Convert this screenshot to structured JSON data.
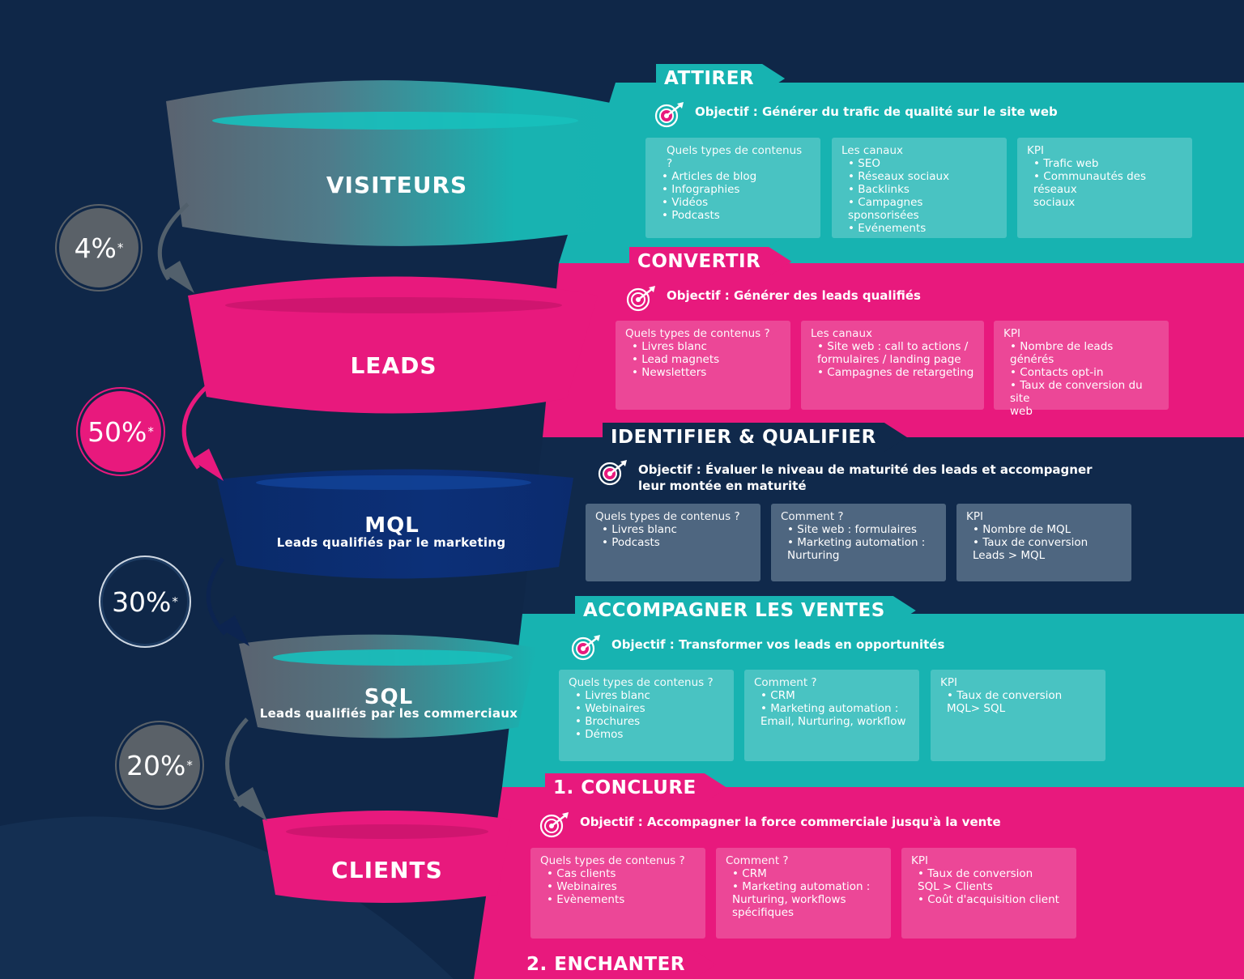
{
  "colors": {
    "background": "#0f2748",
    "teal": "#17b3b1",
    "pink": "#e8197d",
    "navy": "#10294b",
    "mql": "#0c2e70",
    "grey": "#5d6b78"
  },
  "funnel": [
    {
      "label": "VISITEURS",
      "sublabel": ""
    },
    {
      "label": "LEADS",
      "sublabel": ""
    },
    {
      "label": "MQL",
      "sublabel": "Leads qualifiés par le marketing"
    },
    {
      "label": "SQL",
      "sublabel": "Leads qualifiés par les commerciaux"
    },
    {
      "label": "CLIENTS",
      "sublabel": ""
    }
  ],
  "rates": [
    {
      "value": "4%",
      "mark": "*"
    },
    {
      "value": "50%",
      "mark": "*"
    },
    {
      "value": "30%",
      "mark": "*"
    },
    {
      "value": "20%",
      "mark": "*"
    }
  ],
  "stages": [
    {
      "title": "ATTIRER",
      "objective": "Objectif : Générer du trafic de qualité sur le site web",
      "boxes": [
        {
          "title": "Quels types de contenus ?",
          "items": [
            "Articles de blog",
            "Infographies",
            "Vidéos",
            "Podcasts"
          ]
        },
        {
          "title": "Les canaux",
          "items": [
            "SEO",
            "Réseaux sociaux",
            "Backlinks",
            "Campagnes sponsorisées",
            "Evénements"
          ]
        },
        {
          "title": "KPI",
          "items": [
            "Trafic web",
            "Communautés des réseaux\nsociaux"
          ]
        }
      ]
    },
    {
      "title": "CONVERTIR",
      "objective": "Objectif : Générer des leads qualifiés",
      "boxes": [
        {
          "title": "Quels types de contenus ?",
          "items": [
            "Livres blanc",
            "Lead magnets",
            "Newsletters"
          ]
        },
        {
          "title": "Les canaux",
          "items": [
            "Site web : call to actions /\nformulaires / landing page",
            "Campagnes de retargeting"
          ]
        },
        {
          "title": "KPI",
          "items": [
            "Nombre de leads générés",
            "Contacts opt-in",
            "Taux de conversion du site\nweb"
          ]
        }
      ]
    },
    {
      "title": "IDENTIFIER & QUALIFIER",
      "objective": "Objectif : Évaluer le niveau de maturité des leads et accompagner\nleur montée en maturité",
      "boxes": [
        {
          "title": "Quels types de contenus ?",
          "items": [
            "Livres blanc",
            "Podcasts"
          ]
        },
        {
          "title": "Comment ?",
          "items": [
            "Site web : formulaires",
            "Marketing automation :\nNurturing"
          ]
        },
        {
          "title": "KPI",
          "items": [
            "Nombre de MQL",
            "Taux de conversion\nLeads > MQL"
          ]
        }
      ]
    },
    {
      "title": "ACCOMPAGNER LES VENTES",
      "objective": "Objectif : Transformer vos leads en opportunités",
      "boxes": [
        {
          "title": "Quels types de contenus ?",
          "items": [
            "Livres blanc",
            "Webinaires",
            "Brochures",
            "Démos"
          ]
        },
        {
          "title": "Comment ?",
          "items": [
            "CRM",
            "Marketing automation :\nEmail, Nurturing, workflow"
          ]
        },
        {
          "title": "KPI",
          "items": [
            "Taux de conversion\nMQL> SQL"
          ]
        }
      ]
    },
    {
      "title": "1. CONCLURE",
      "objective": "Objectif : Accompagner la force commerciale jusqu'à la vente",
      "boxes": [
        {
          "title": "Quels types de contenus ?",
          "items": [
            "Cas clients",
            "Webinaires",
            "Evènements"
          ]
        },
        {
          "title": "Comment ?",
          "items": [
            "CRM",
            "Marketing automation :\nNurturing, workflows\nspécifiques"
          ]
        },
        {
          "title": "KPI",
          "items": [
            "Taux de conversion\nSQL > Clients",
            "Coût d'acquisition client"
          ]
        }
      ]
    }
  ],
  "last_stage": {
    "title": "2. ENCHANTER"
  }
}
